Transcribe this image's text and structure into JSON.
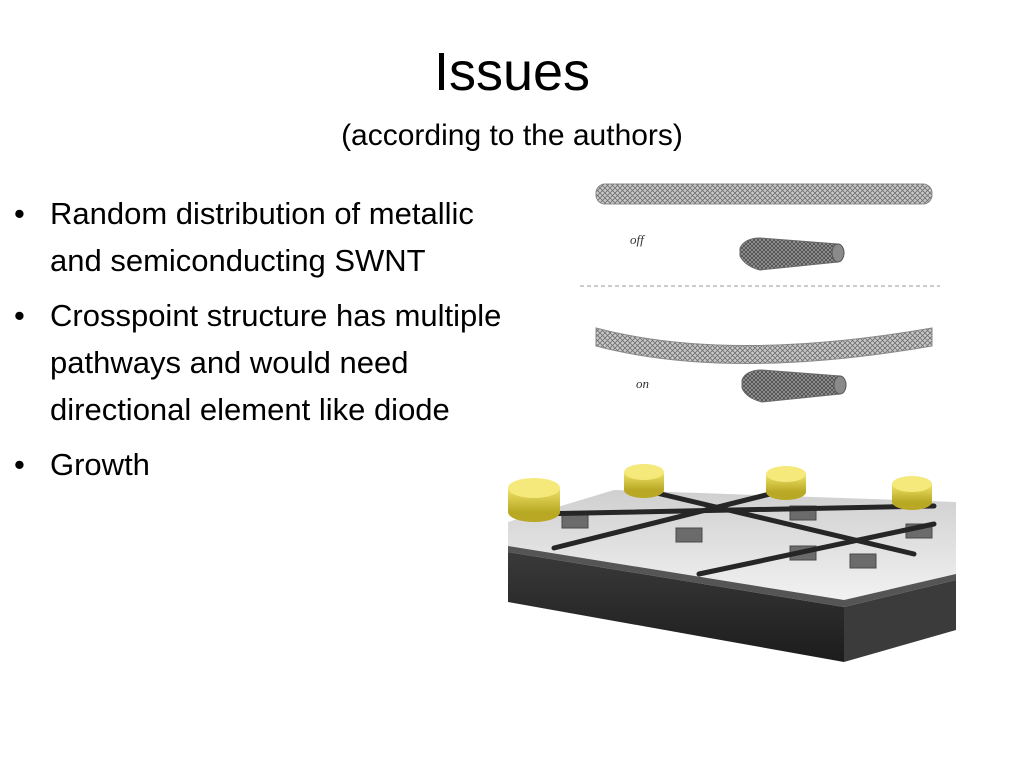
{
  "title": "Issues",
  "subtitle": "(according to the authors)",
  "bullet_glyph": "•",
  "bullets": [
    "Random distribution of metallic and semiconducting SWNT",
    "Crosspoint structure has multiple pathways and would need directional element like diode",
    "Growth"
  ],
  "figure": {
    "state_off": "off",
    "state_on": "on"
  },
  "colors": {
    "nanotube": "#7a7a7a",
    "electrode_pad": "#d8c93a",
    "substrate_top": "#e6e6e6",
    "substrate_side": "#2b2b2b",
    "wire": "#2f2f2f"
  }
}
